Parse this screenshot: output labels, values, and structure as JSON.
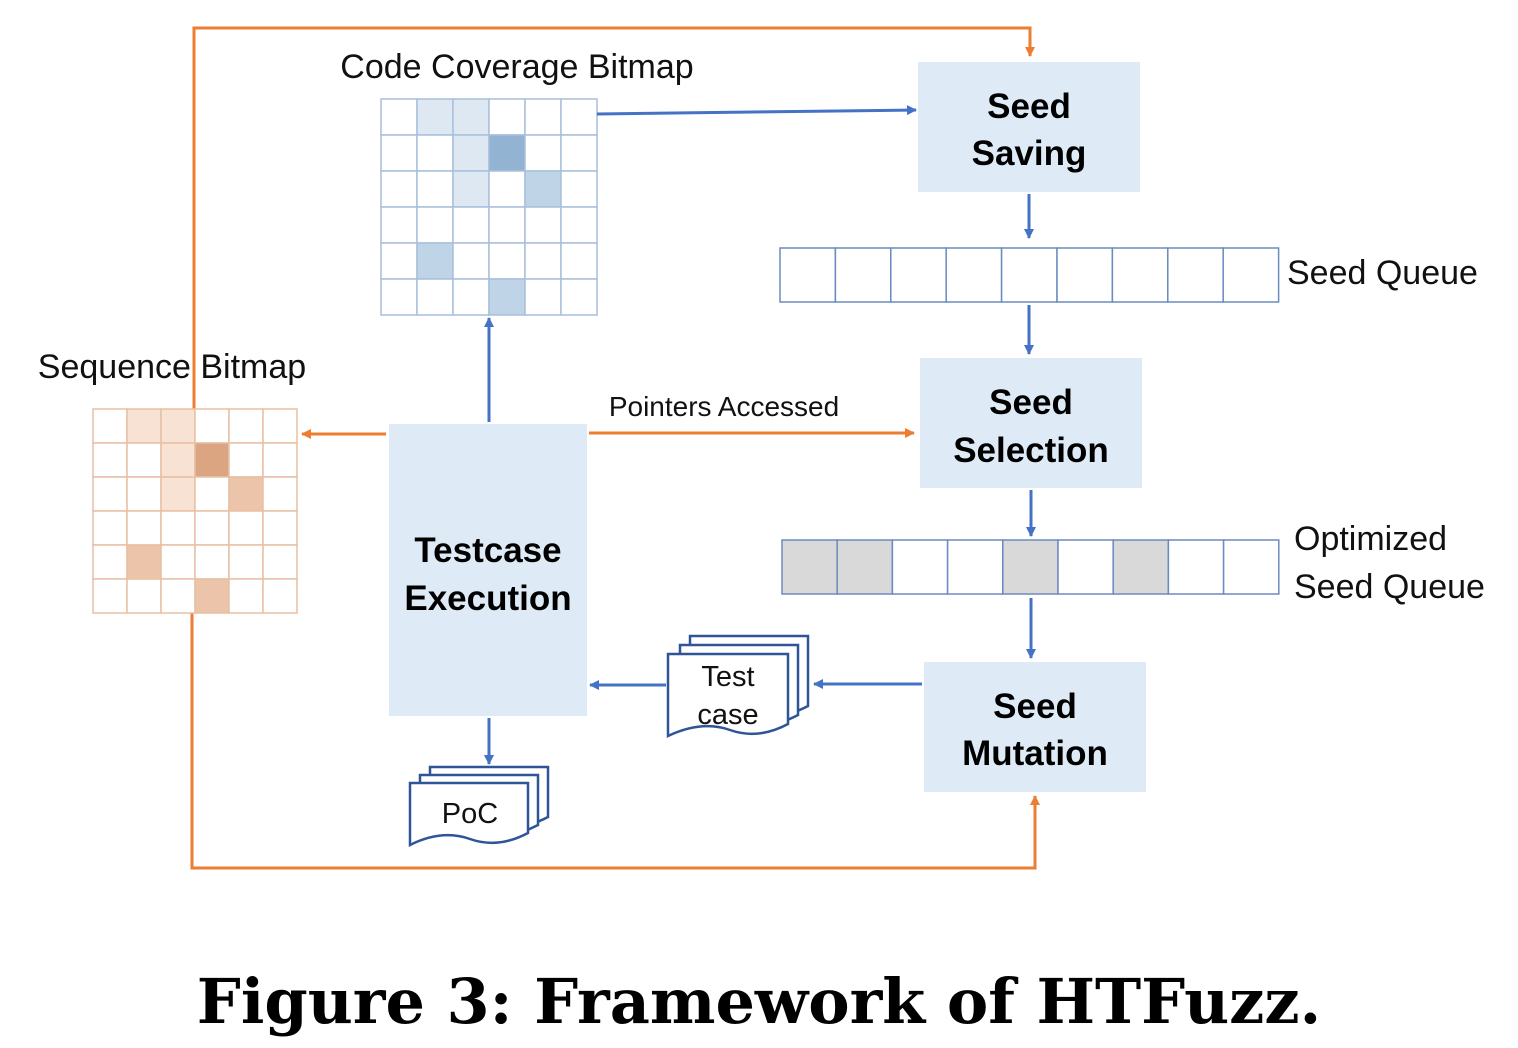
{
  "diagram": {
    "labels": {
      "code_coverage_bitmap": "Code Coverage Bitmap",
      "sequence_bitmap": "Sequence Bitmap",
      "seed_queue": "Seed Queue",
      "optimized_seed_queue_line1": "Optimized",
      "optimized_seed_queue_line2": "Seed Queue",
      "pointers_accessed": "Pointers Accessed"
    },
    "boxes": {
      "seed_saving": [
        "Seed",
        "Saving"
      ],
      "seed_selection": [
        "Seed",
        "Selection"
      ],
      "seed_mutation": [
        "Seed",
        "Mutation"
      ],
      "testcase_execution": [
        "Testcase",
        "Execution"
      ]
    },
    "documents": {
      "test_case": [
        "Test",
        "case"
      ],
      "poc": "PoC"
    },
    "code_coverage_grid": {
      "rows": 6,
      "cols": 6,
      "shaded_cells": [
        [
          0,
          1,
          1
        ],
        [
          0,
          2,
          1
        ],
        [
          1,
          2,
          1
        ],
        [
          1,
          3,
          3
        ],
        [
          2,
          2,
          1
        ],
        [
          2,
          4,
          2
        ],
        [
          4,
          1,
          2
        ],
        [
          5,
          3,
          2
        ]
      ]
    },
    "sequence_grid": {
      "rows": 6,
      "cols": 6,
      "shaded_cells": [
        [
          0,
          1,
          1
        ],
        [
          0,
          2,
          1
        ],
        [
          1,
          2,
          1
        ],
        [
          1,
          3,
          3
        ],
        [
          2,
          2,
          1
        ],
        [
          2,
          4,
          2
        ],
        [
          4,
          1,
          2
        ],
        [
          5,
          3,
          2
        ]
      ]
    },
    "seed_queue": {
      "cells": 9,
      "shaded": []
    },
    "optimized_seed_queue": {
      "cells": 9,
      "shaded": [
        0,
        1,
        4,
        6
      ]
    },
    "colors": {
      "box_fill": "#deebf7",
      "blue_arrow": "#4472c4",
      "orange_arrow": "#ed7d31",
      "blue_shades": [
        "#ffffff",
        "#dde8f3",
        "#c0d4e8",
        "#93b3d3"
      ],
      "orange_shades": [
        "#ffffff",
        "#f7e2d4",
        "#ebc4aa",
        "#dca582"
      ],
      "queue_shade": "#d9d9d9"
    }
  },
  "caption": "Figure 3: Framework of HTFuzz."
}
